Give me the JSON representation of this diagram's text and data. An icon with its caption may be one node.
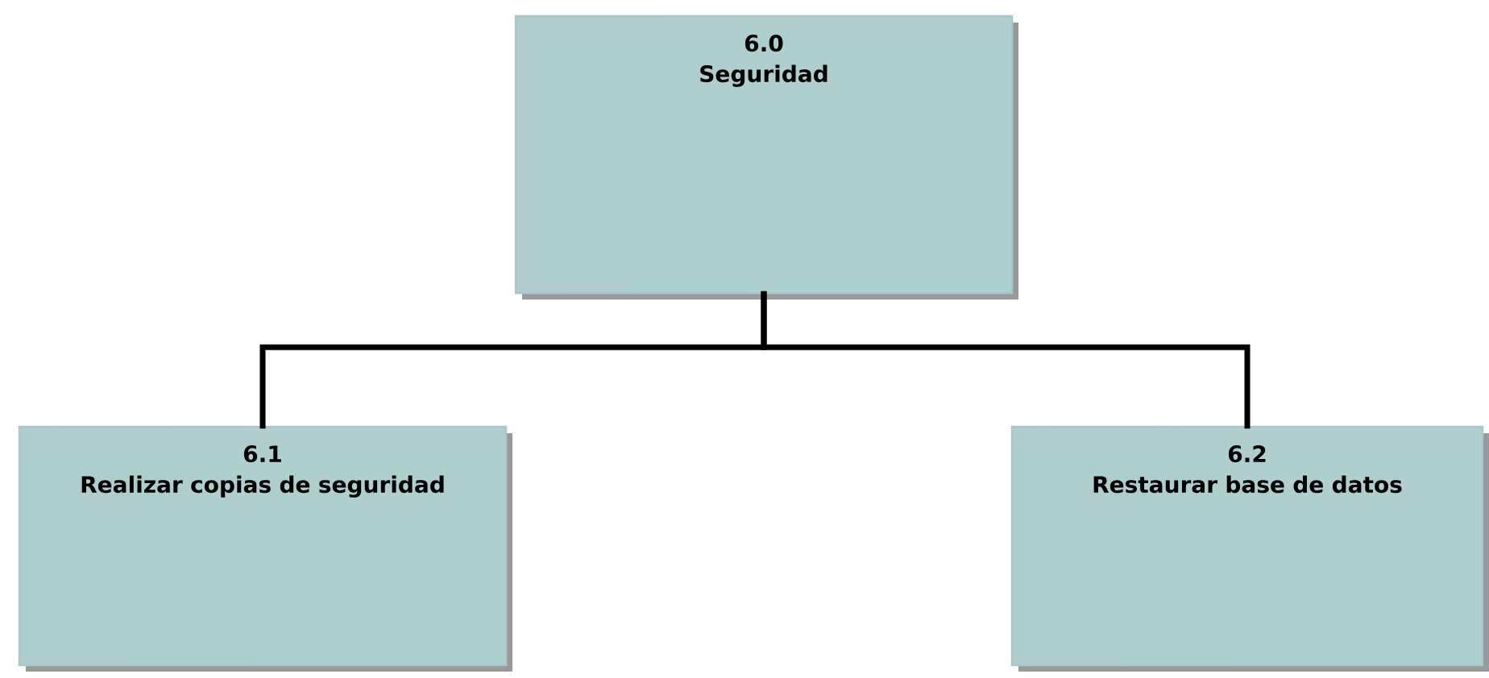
{
  "diagram": {
    "nodes": [
      {
        "text": [
          "6.0",
          "Seguridad"
        ]
      },
      {
        "text": [
          "6.1",
          "Realizar copias de seguridad"
        ]
      },
      {
        "text": [
          "6.2",
          "Restaurar base de datos"
        ]
      }
    ],
    "edges": [
      {
        "from": 0,
        "to": 1,
        "arrow": "none"
      },
      {
        "from": 0,
        "to": 2,
        "arrow": "none"
      }
    ]
  }
}
